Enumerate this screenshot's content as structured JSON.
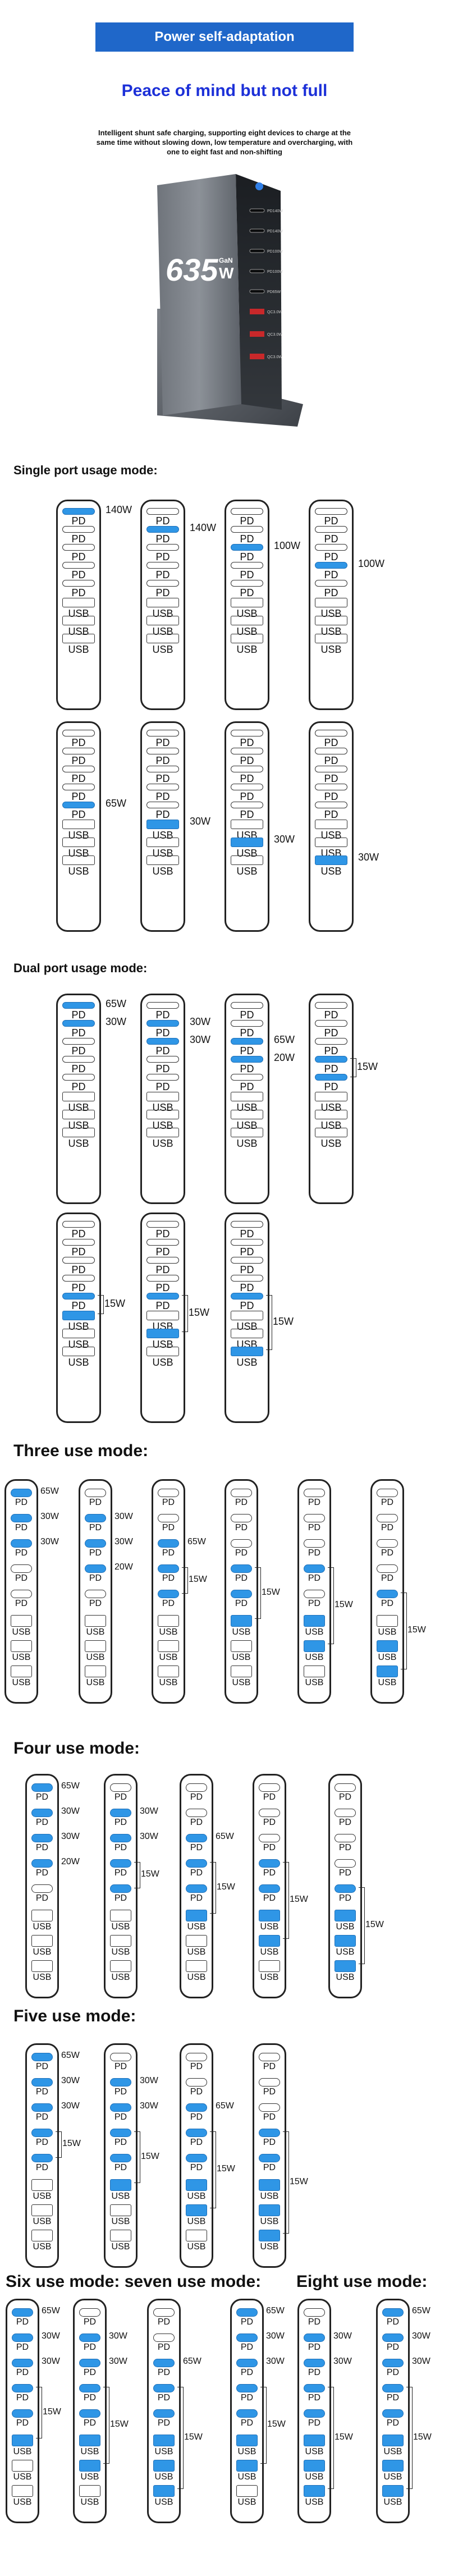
{
  "header": {
    "banner": "Power self-adaptation",
    "subtitle": "Peace of mind but not full",
    "intro": "Intelligent shunt safe charging, supporting eight devices to charge at the same time without slowing down, low temperature and overcharging, with one to eight fast and non-shifting"
  },
  "product": {
    "wattage": "635",
    "unit": "W",
    "tech": "GaN",
    "port_labels": [
      "PD140W",
      "PD140W",
      "PD100W",
      "PD100W",
      "PD65W",
      "QC3.0W",
      "QC3.0W",
      "QC3.0W"
    ]
  },
  "port_labels": [
    "PD",
    "PD",
    "PD",
    "PD",
    "PD",
    "USB",
    "USB",
    "USB"
  ],
  "sections": [
    {
      "title": "Single port usage mode:"
    },
    {
      "title": "Dual port usage mode:"
    },
    {
      "title": "Three use mode:"
    },
    {
      "title": "Four use mode:"
    },
    {
      "title": "Five use mode:"
    },
    {
      "title": "Six use mode: seven use mode:"
    },
    {
      "title": "Eight use mode:"
    }
  ],
  "diagrams": [
    {
      "on": [
        0
      ],
      "watts": [
        "140W"
      ]
    },
    {
      "on": [
        1
      ],
      "watts": [
        "140W"
      ]
    },
    {
      "on": [
        2
      ],
      "watts": [
        "100W"
      ]
    },
    {
      "on": [
        3
      ],
      "watts": [
        "100W"
      ]
    },
    {
      "on": [
        4
      ],
      "watts": [
        "65W"
      ]
    },
    {
      "on": [
        5
      ],
      "watts": [
        "30W"
      ]
    },
    {
      "on": [
        6
      ],
      "watts": [
        "30W"
      ]
    },
    {
      "on": [
        7
      ],
      "watts": [
        "30W"
      ]
    },
    {
      "on": [
        0,
        1
      ],
      "watts": [
        "65W",
        "30W"
      ]
    },
    {
      "on": [
        1,
        2
      ],
      "watts": [
        "30W",
        "30W"
      ]
    },
    {
      "on": [
        2,
        3
      ],
      "watts": [
        "65W",
        "20W"
      ]
    },
    {
      "on": [
        3,
        4
      ],
      "watts": [
        "15W"
      ]
    },
    {
      "on": [
        4,
        5
      ],
      "watts": [
        "15W"
      ]
    },
    {
      "on": [
        4,
        6
      ],
      "watts": [
        "15W"
      ]
    },
    {
      "on": [
        4,
        7
      ],
      "watts": [
        "15W"
      ]
    },
    {
      "on": [
        0,
        1,
        2
      ],
      "watts": [
        "65W",
        "30W",
        "30W"
      ]
    },
    {
      "on": [
        1,
        2,
        3
      ],
      "watts": [
        "30W",
        "30W",
        "20W"
      ]
    },
    {
      "on": [
        2,
        3,
        4
      ],
      "watts": [
        "65W",
        "15W"
      ]
    },
    {
      "on": [
        3,
        4,
        5
      ],
      "watts": [
        "15W"
      ]
    },
    {
      "on": [
        3,
        5,
        6
      ],
      "watts": [
        "15W"
      ]
    },
    {
      "on": [
        4,
        6,
        7
      ],
      "watts": [
        "15W"
      ]
    },
    {
      "on": [
        0,
        1,
        2,
        3
      ],
      "watts": [
        "65W",
        "30W",
        "30W",
        "20W"
      ]
    },
    {
      "on": [
        1,
        2,
        3,
        4
      ],
      "watts": [
        "30W",
        "30W",
        "15W"
      ]
    },
    {
      "on": [
        2,
        3,
        4,
        5
      ],
      "watts": [
        "65W",
        "15W"
      ]
    },
    {
      "on": [
        3,
        4,
        5,
        6
      ],
      "watts": [
        "15W"
      ]
    },
    {
      "on": [
        4,
        5,
        6,
        7
      ],
      "watts": [
        "15W"
      ]
    },
    {
      "on": [
        0,
        1,
        2,
        3,
        4
      ],
      "watts": [
        "65W",
        "30W",
        "30W",
        "15W"
      ]
    },
    {
      "on": [
        1,
        2,
        3,
        4,
        5
      ],
      "watts": [
        "30W",
        "30W",
        "15W"
      ]
    },
    {
      "on": [
        2,
        3,
        4,
        5,
        6
      ],
      "watts": [
        "65W",
        "15W"
      ]
    },
    {
      "on": [
        3,
        4,
        5,
        6,
        7
      ],
      "watts": [
        "15W"
      ]
    },
    {
      "on": [
        0,
        1,
        2,
        3,
        4,
        5
      ],
      "watts": [
        "65W",
        "30W",
        "30W",
        "15W"
      ]
    },
    {
      "on": [
        1,
        2,
        3,
        4,
        5,
        6
      ],
      "watts": [
        "30W",
        "30W",
        "15W"
      ]
    },
    {
      "on": [
        2,
        3,
        4,
        5,
        6,
        7
      ],
      "watts": [
        "65W",
        "15W"
      ]
    },
    {
      "on": [
        0,
        1,
        2,
        3,
        4,
        5,
        6
      ],
      "watts": [
        "65W",
        "30W",
        "30W",
        "15W"
      ]
    },
    {
      "on": [
        1,
        2,
        3,
        4,
        5,
        6,
        7
      ],
      "watts": [
        "30W",
        "30W",
        "15W"
      ]
    },
    {
      "on": [
        0,
        1,
        2,
        3,
        4,
        5,
        6,
        7
      ],
      "watts": [
        "65W",
        "30W",
        "30W",
        "15W"
      ]
    }
  ]
}
